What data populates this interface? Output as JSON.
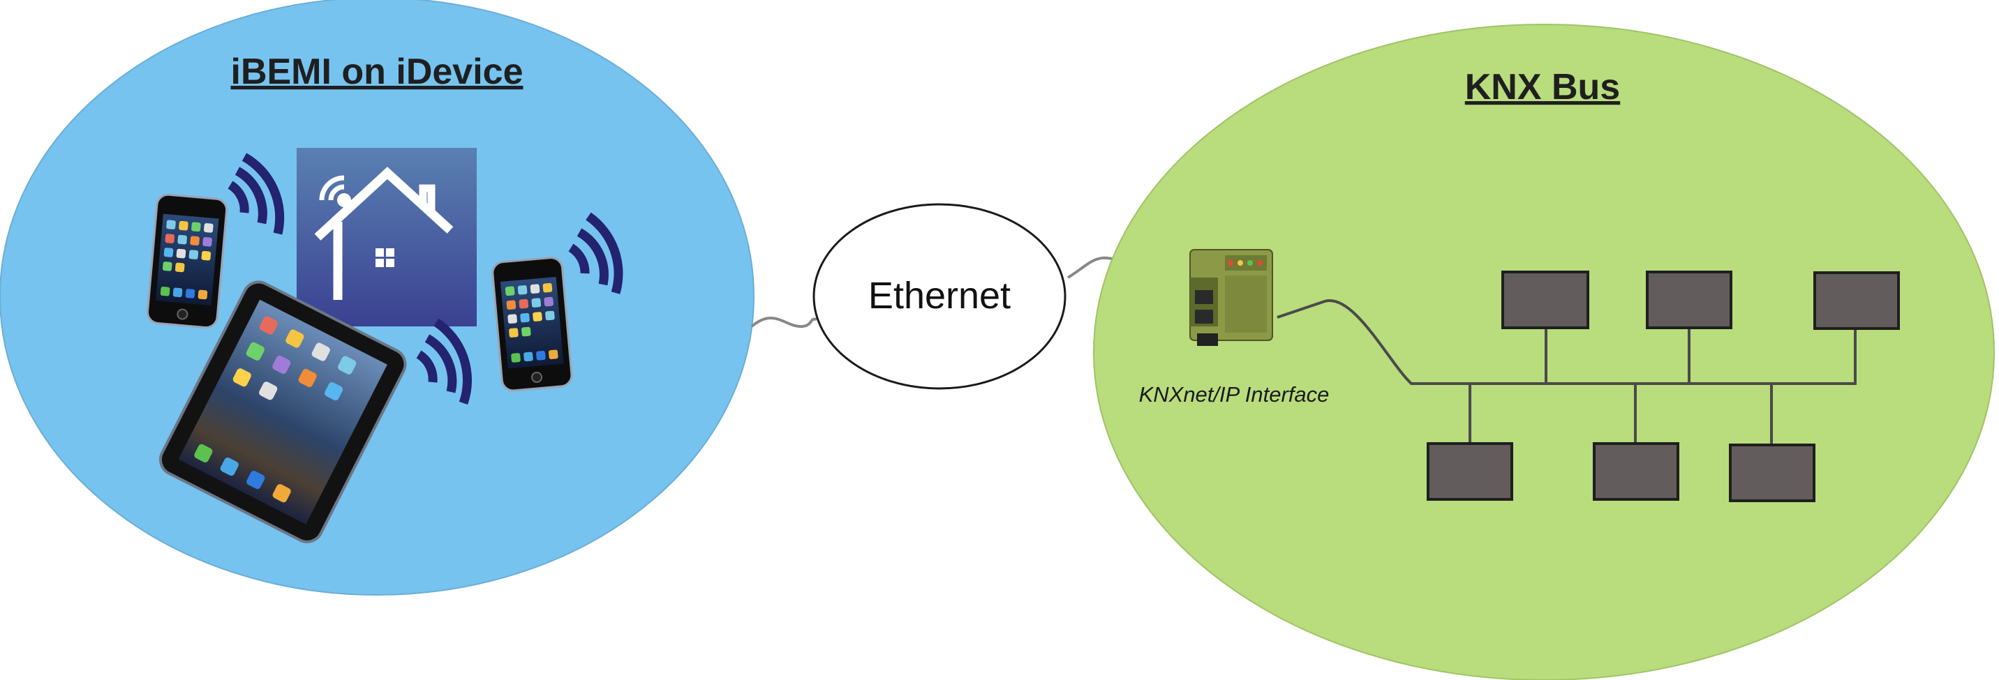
{
  "left_zone": {
    "title": "iBEMI on iDevice",
    "fill": "#76c3ef",
    "devices": [
      "phone-icon",
      "tablet-icon",
      "phone-icon",
      "home-app-icon",
      "wifi-waves-icon"
    ]
  },
  "link": {
    "label": "Ethernet"
  },
  "right_zone": {
    "title": "KNX Bus",
    "fill": "#b9dc7d",
    "interface_label": "KNXnet/IP Interface",
    "device_fill": "#625d5c",
    "device_count": 6
  },
  "colors": {
    "wave": "#23236f",
    "app_icon_top": "#5a80b2",
    "app_icon_bottom": "#3a4191",
    "bus_line": "#4a4a4a",
    "cable": "#888888"
  }
}
